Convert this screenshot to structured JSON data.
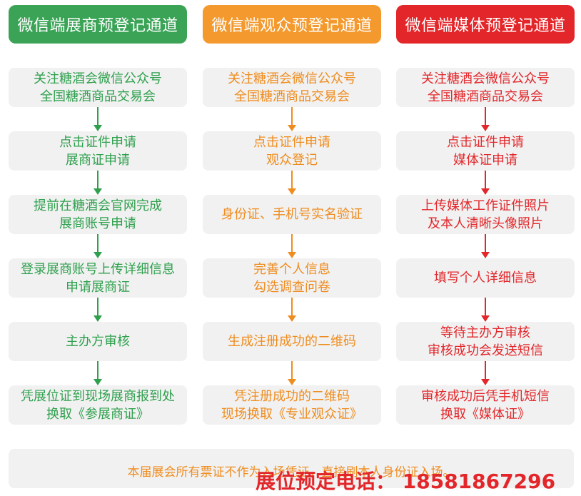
{
  "columns": [
    {
      "title": "微信端展商预登记通道",
      "steps": [
        [
          "关注糖酒会微信公众号",
          "全国糖酒商品交易会"
        ],
        [
          "点击证件申请",
          "展商证申请"
        ],
        [
          "提前在糖酒会官网完成",
          "展商账号申请"
        ],
        [
          "登录展商账号上传详细信息",
          "申请展商证"
        ],
        [
          "主办方审核",
          ""
        ],
        [
          "凭展位证到现场展商报到处",
          "换取《参展商证》"
        ]
      ]
    },
    {
      "title": "微信端观众预登记通道",
      "steps": [
        [
          "关注糖酒会微信公众号",
          "全国糖酒商品交易会"
        ],
        [
          "点击证件申请",
          "观众登记"
        ],
        [
          "身份证、手机号实名验证",
          ""
        ],
        [
          "完善个人信息",
          "勾选调查问卷"
        ],
        [
          "生成注册成功的二维码",
          ""
        ],
        [
          "凭注册成功的二维码",
          "现场换取《专业观众证》"
        ]
      ]
    },
    {
      "title": "微信端媒体预登记通道",
      "steps": [
        [
          "关注糖酒会微信公众号",
          "全国糖酒商品交易会"
        ],
        [
          "点击证件申请",
          "媒体证申请"
        ],
        [
          "上传媒体工作证件照片",
          "及本人清晰头像照片"
        ],
        [
          "填写个人详细信息",
          ""
        ],
        [
          "等待主办方审核",
          "审核成功会发送短信"
        ],
        [
          "审核成功后凭手机短信",
          "换取《媒体证》"
        ]
      ]
    }
  ],
  "notice": "本届展会所有票证不作为入场凭证，直接刷本人身份证入场。",
  "phone": "展位预定电话： 18581867296",
  "colors": {
    "green": "#3aa356",
    "orange": "#f3992d",
    "red": "#e3262a",
    "box": "#f1f1f1"
  }
}
